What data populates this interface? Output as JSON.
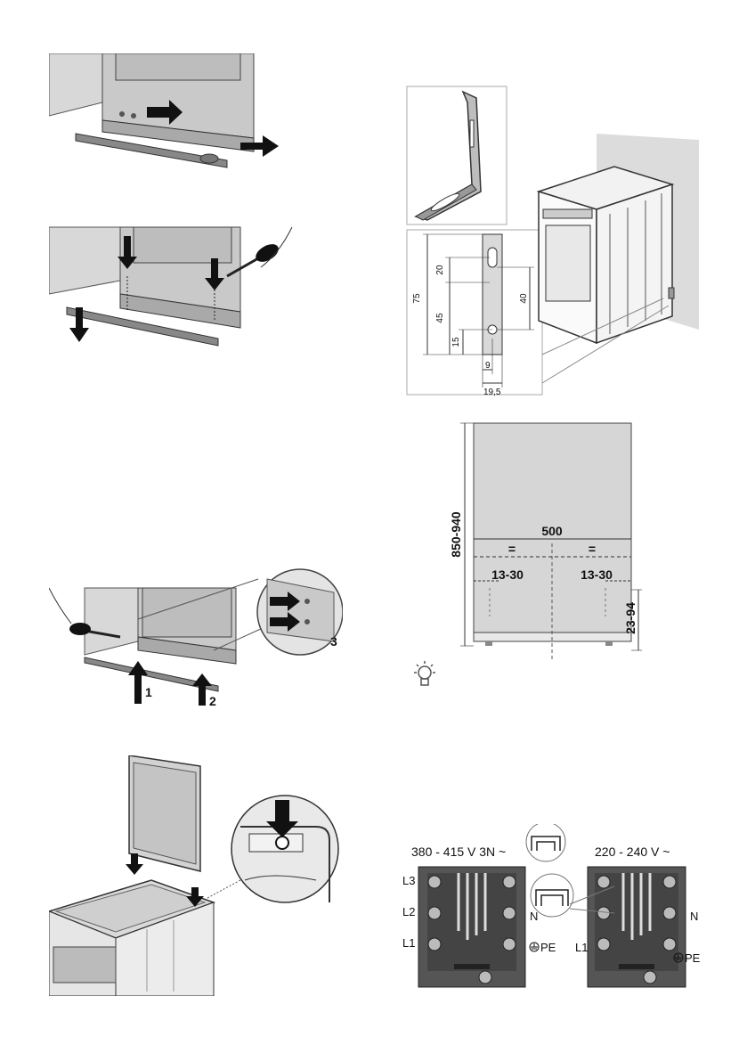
{
  "plinth_refit": {
    "step1": "1",
    "step2": "2",
    "step3": "3"
  },
  "bracket": {
    "dim_75": "75",
    "dim_20": "20",
    "dim_45": "45",
    "dim_15": "15",
    "dim_40": "40",
    "dim_9": "9",
    "dim_19_5": "19,5"
  },
  "niche": {
    "height": "850-940",
    "width": "500",
    "equal_left": "=",
    "equal_right": "=",
    "offset_left": "13-30",
    "offset_right": "13-30",
    "foot": "23-94"
  },
  "tip_icon": "lightbulb-icon",
  "wiring": {
    "three_phase": {
      "voltage": "380 - 415 V 3N ~",
      "l3": "L3",
      "l2": "L2",
      "l1": "L1",
      "n": "N",
      "pe": "PE"
    },
    "single_phase": {
      "voltage": "220 - 240 V ~",
      "l1": "L1",
      "n": "N",
      "pe": "PE"
    }
  }
}
